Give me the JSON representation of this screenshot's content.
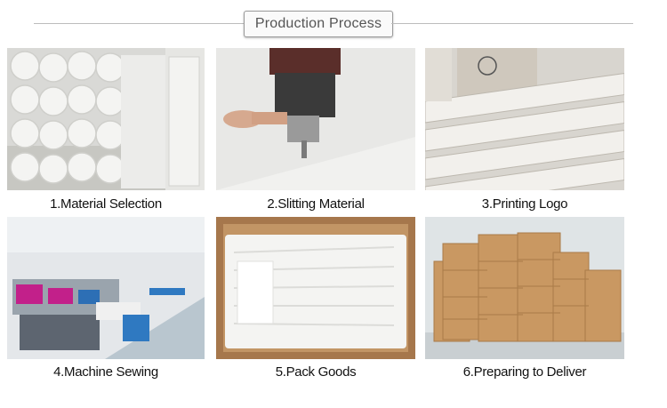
{
  "header": {
    "title": "Production Process"
  },
  "steps": [
    {
      "label": "1.Material Selection"
    },
    {
      "label": "2.Slitting Material"
    },
    {
      "label": "3.Printing Logo"
    },
    {
      "label": "4.Machine Sewing"
    },
    {
      "label": "5.Pack Goods"
    },
    {
      "label": "6.Preparing to Deliver"
    }
  ],
  "icons": [
    "material-rolls-photo",
    "cutting-machine-photo",
    "printing-press-photo",
    "sewing-workshop-photo",
    "packed-box-photo",
    "cartons-stack-photo"
  ]
}
